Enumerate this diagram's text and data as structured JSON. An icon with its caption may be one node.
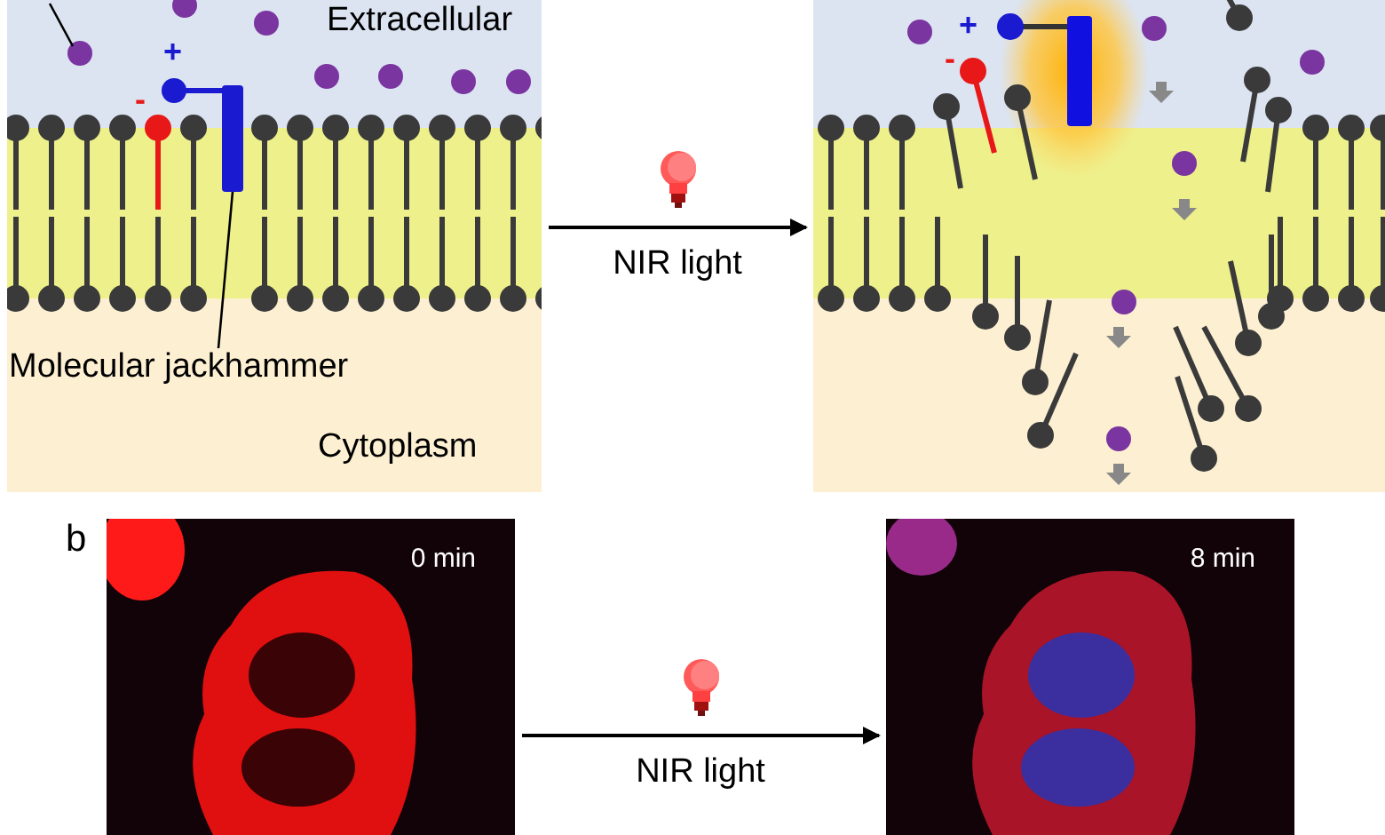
{
  "diagram": {
    "nodes": [
      {
        "text": [
          "Extracellular",
          "Cytoplasm"
        ]
      },
      {
        "text": [],
        "shape": "circle",
        "in": 0
      },
      {
        "text": [],
        "shape": "bar",
        "in": 0
      },
      {
        "text": [
          "Molecular jackhammer"
        ],
        "in": 0
      },
      {
        "text": [],
        "shape": "picture"
      },
      {
        "text": [
          "0 min"
        ]
      },
      {
        "text": [
          "8 min"
        ]
      }
    ],
    "edges": [
      {
        "from": null,
        "to": 1,
        "arrow": "none"
      },
      {
        "from": 3,
        "to": 2,
        "arrow": "none"
      },
      {
        "from": 0,
        "to": 4,
        "label": "NIR light",
        "arrow": "to"
      },
      {
        "from": 5,
        "to": 6,
        "label": "NIR light",
        "arrow": "to"
      }
    ],
    "labels": [
      "+",
      "-",
      "+",
      "-",
      "b"
    ]
  }
}
